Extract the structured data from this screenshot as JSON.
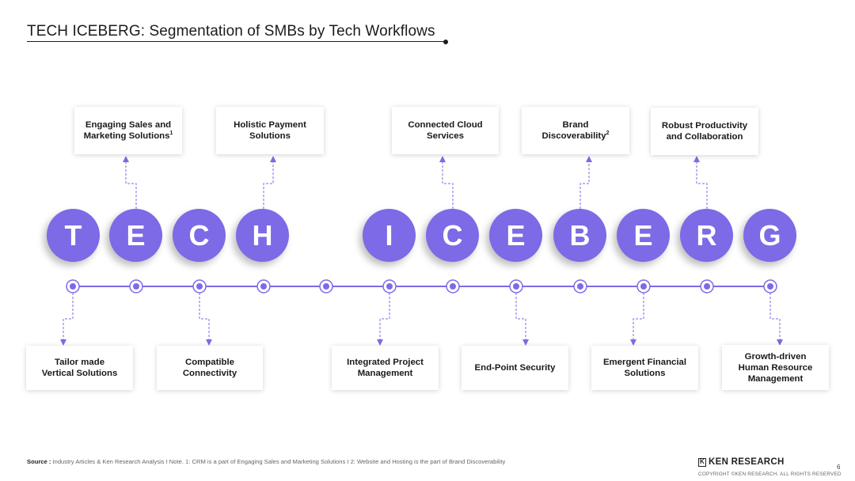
{
  "title": "TECH ICEBERG: Segmentation of SMBs by Tech Workflows",
  "letters": [
    "T",
    "E",
    "C",
    "H",
    "I",
    "C",
    "E",
    "B",
    "E",
    "R",
    "G"
  ],
  "top_boxes": [
    {
      "line1": "Engaging Sales and",
      "line2": "Marketing Solutions",
      "sup": "1"
    },
    {
      "line1": "Holistic Payment",
      "line2": "Solutions",
      "sup": ""
    },
    {
      "line1": "Connected Cloud",
      "line2": "Services",
      "sup": ""
    },
    {
      "line1": "Brand",
      "line2": "Discoverability",
      "sup": "2"
    },
    {
      "line1": "Robust Productivity",
      "line2": "and Collaboration",
      "sup": ""
    }
  ],
  "bottom_boxes": [
    {
      "text": "Tailor made  Vertical Solutions"
    },
    {
      "text": "Compatible Connectivity"
    },
    {
      "text": "Integrated Project Management"
    },
    {
      "text": "End-Point Security"
    },
    {
      "text": "Emergent Financial Solutions"
    },
    {
      "text": "Growth-driven Human Resource Management"
    }
  ],
  "footer": {
    "source_label": "Source :",
    "source_text": " Industry Articles & Ken Research Analysis I Note. 1: CRM is a part of Engaging Sales and Marketing Solutions I 2: Website and Hosting is the part of Brand Discoverability",
    "logo_text": "KEN RESEARCH",
    "copyright": "COPYRIGHT ©KEN RESEARCH. ALL RIGHTS RESERVED",
    "page_number": "6"
  },
  "colors": {
    "accent": "#7c6ae6",
    "connector": "#7c6ae6"
  }
}
